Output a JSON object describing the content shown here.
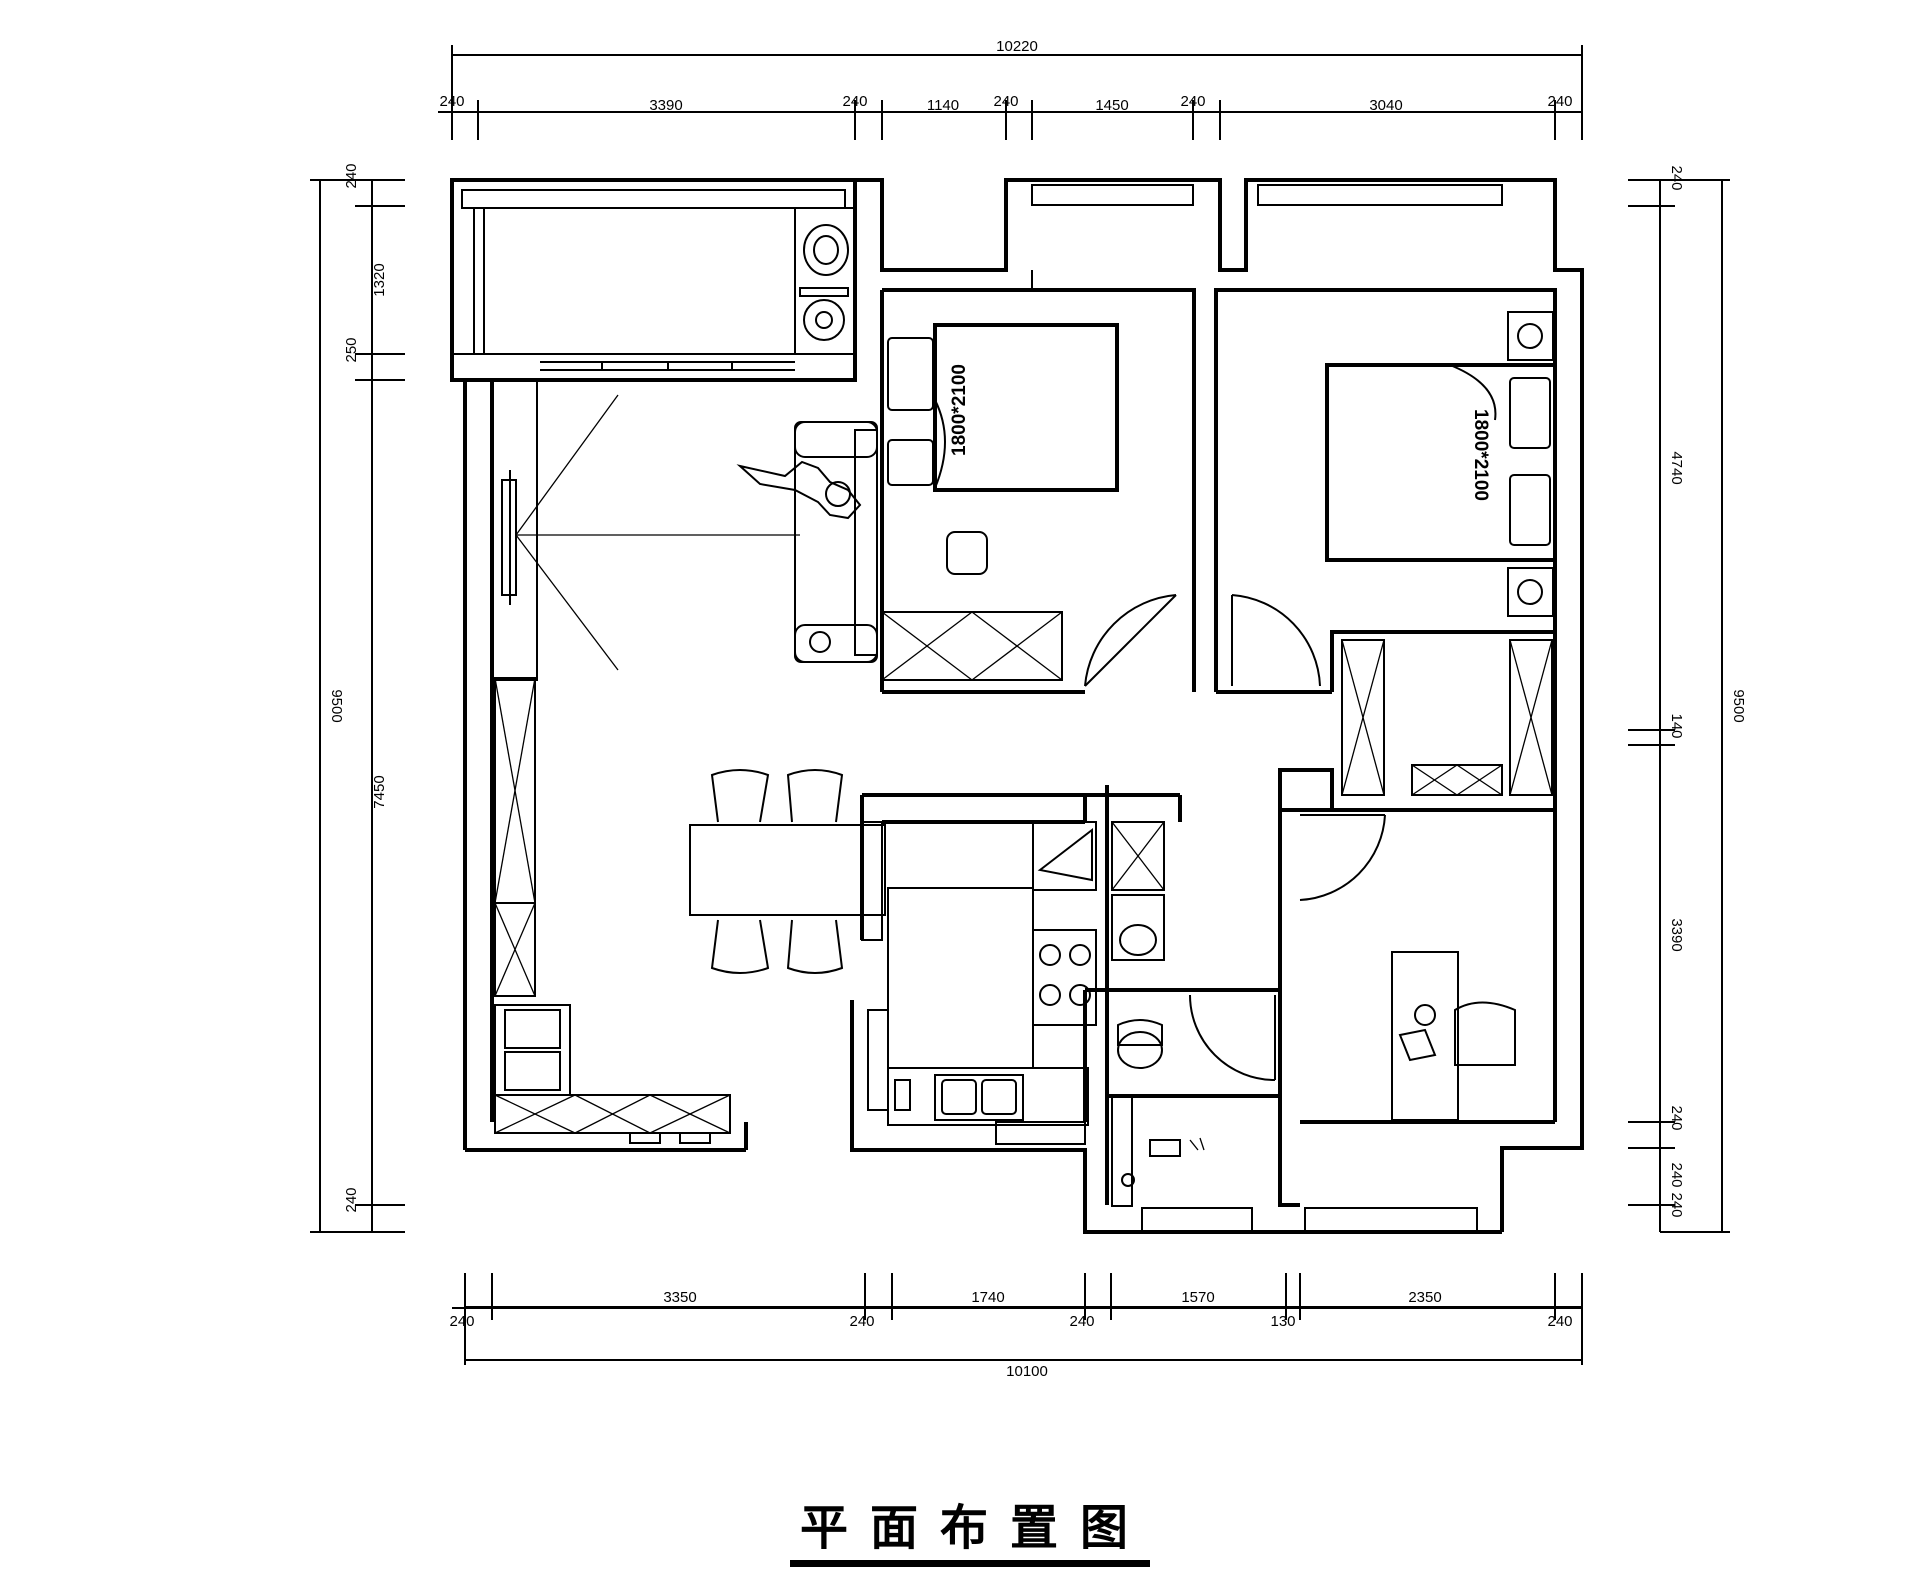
{
  "title": "平面布置图",
  "bed_labels": {
    "bedroom_1": "1800*2100",
    "bedroom_2": "1800*2100"
  },
  "dimensions": {
    "top_total": "10220",
    "top": [
      "240",
      "3390",
      "240",
      "1140",
      "240",
      "1450",
      "240",
      "3040",
      "240"
    ],
    "bottom": [
      "240",
      "3350",
      "240",
      "1740",
      "240",
      "1570",
      "130",
      "2350",
      "240"
    ],
    "bottom_total": "10100",
    "left_total": "9500",
    "left": [
      "240",
      "1320",
      "250",
      "7450",
      "240"
    ],
    "right_total": "9500",
    "right": [
      "240",
      "4740",
      "140",
      "3390",
      "240",
      "240",
      "240"
    ]
  }
}
